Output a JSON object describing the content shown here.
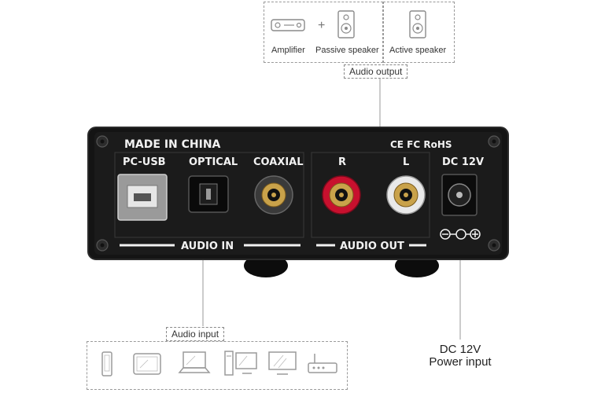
{
  "output_box": {
    "items": [
      "Amplifier",
      "Passive speaker",
      "Active speaker"
    ],
    "plus": "+",
    "label": "Audio output"
  },
  "device_panel": {
    "brand_line": "MADE IN CHINA",
    "certifications": "CE FC RoHS",
    "ports": [
      "PC-USB",
      "OPTICAL",
      "COAXIAL",
      "R",
      "L",
      "DC 12V"
    ],
    "audio_in": "AUDIO IN",
    "audio_out": "AUDIO OUT"
  },
  "input_box": {
    "label": "Audio input",
    "icons": [
      "phone-icon",
      "tablet-icon",
      "laptop-icon",
      "desktop-icon",
      "monitor-icon",
      "router-icon"
    ]
  },
  "power": {
    "line1": "DC 12V",
    "line2": "Power input"
  },
  "colors": {
    "chassis": "#141414",
    "panel_text": "#f2f2f2",
    "rca_red": "#c8102e",
    "rca_white": "#e9e9e9",
    "gold": "#c9a24a"
  }
}
